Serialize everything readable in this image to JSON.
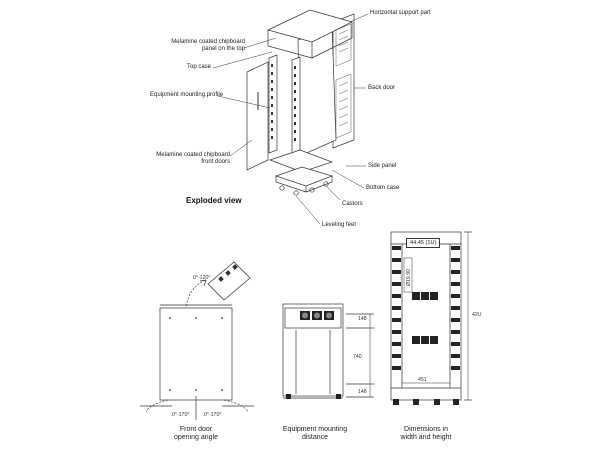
{
  "exploded": {
    "title": "Exploded view",
    "callouts": {
      "horizontal_support": "Horizontal support part",
      "melamine_top_1": "Melamine coated chipboard",
      "melamine_top_2": "panel on the top",
      "top_case": "Top case",
      "back_door": "Back door",
      "mounting_profile": "Equipment mounting profile",
      "melamine_front_1": "Melamine coated chipboard",
      "melamine_front_2": "front doors",
      "side_panel": "Side panel",
      "bottom_case": "Bottom case",
      "castors": "Castors",
      "leveling_feet": "Leveling feet"
    }
  },
  "front_door": {
    "angle_top": "0°-120°",
    "angle_left": "0°-170°",
    "angle_right": "0°-170°",
    "caption_1": "Front door",
    "caption_2": "opening angle"
  },
  "mounting_distance": {
    "dim_top": "148",
    "dim_mid": "740",
    "dim_bottom": "148",
    "caption_1": "Equipment mounting",
    "caption_2": "distance"
  },
  "dimensions": {
    "dim_unit": "44.45 (1U)",
    "dim_pitch": "Ø19.90",
    "dim_height": "42U",
    "dim_width": "451",
    "caption_1": "Dimensions in",
    "caption_2": "width and height"
  },
  "colors": {
    "line": "#333333",
    "fill": "#ffffff",
    "dark": "#222222",
    "gray": "#9a9a9a"
  }
}
